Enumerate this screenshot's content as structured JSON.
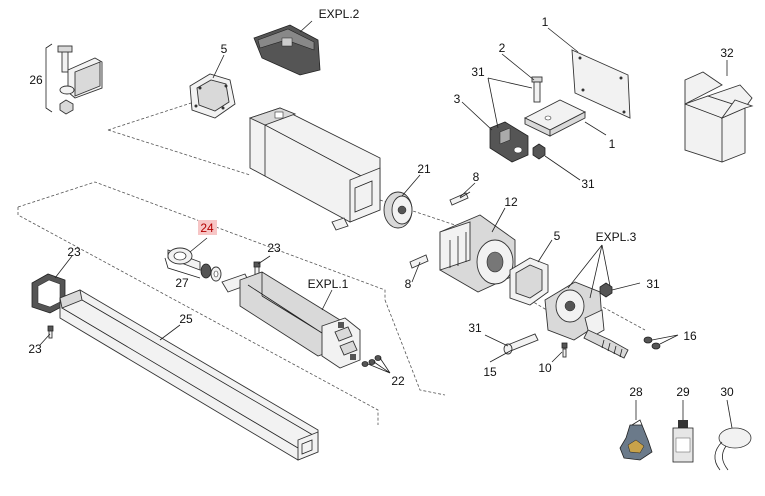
{
  "callouts": [
    {
      "id": "c1a",
      "text": "1",
      "highlight": false
    },
    {
      "id": "c1b",
      "text": "1",
      "highlight": false
    },
    {
      "id": "c2",
      "text": "2",
      "highlight": false
    },
    {
      "id": "c3",
      "text": "3",
      "highlight": false
    },
    {
      "id": "c5a",
      "text": "5",
      "highlight": false
    },
    {
      "id": "c5b",
      "text": "5",
      "highlight": false
    },
    {
      "id": "c8a",
      "text": "8",
      "highlight": false
    },
    {
      "id": "c8b",
      "text": "8",
      "highlight": false
    },
    {
      "id": "c10",
      "text": "10",
      "highlight": false
    },
    {
      "id": "c12",
      "text": "12",
      "highlight": false
    },
    {
      "id": "c15",
      "text": "15",
      "highlight": false
    },
    {
      "id": "c16",
      "text": "16",
      "highlight": false
    },
    {
      "id": "c21",
      "text": "21",
      "highlight": false
    },
    {
      "id": "c22",
      "text": "22",
      "highlight": false
    },
    {
      "id": "c23a",
      "text": "23",
      "highlight": false
    },
    {
      "id": "c23b",
      "text": "23",
      "highlight": false
    },
    {
      "id": "c23c",
      "text": "23",
      "highlight": false
    },
    {
      "id": "c24",
      "text": "24",
      "highlight": true
    },
    {
      "id": "c25",
      "text": "25",
      "highlight": false
    },
    {
      "id": "c26",
      "text": "26",
      "highlight": false
    },
    {
      "id": "c27",
      "text": "27",
      "highlight": false
    },
    {
      "id": "c28",
      "text": "28",
      "highlight": false
    },
    {
      "id": "c29",
      "text": "29",
      "highlight": false
    },
    {
      "id": "c30",
      "text": "30",
      "highlight": false
    },
    {
      "id": "c31a",
      "text": "31",
      "highlight": false
    },
    {
      "id": "c31b",
      "text": "31",
      "highlight": false
    },
    {
      "id": "c31c",
      "text": "31",
      "highlight": false
    },
    {
      "id": "c31d",
      "text": "31",
      "highlight": false
    },
    {
      "id": "c32",
      "text": "32",
      "highlight": false
    },
    {
      "id": "cexpl1",
      "text": "EXPL.1",
      "highlight": false
    },
    {
      "id": "cexpl2",
      "text": "EXPL.2",
      "highlight": false
    },
    {
      "id": "cexpl3",
      "text": "EXPL.3",
      "highlight": false
    }
  ],
  "colors": {
    "highlight": "#f7c6c6",
    "highlight_text": "#b30000",
    "line": "#333333"
  }
}
